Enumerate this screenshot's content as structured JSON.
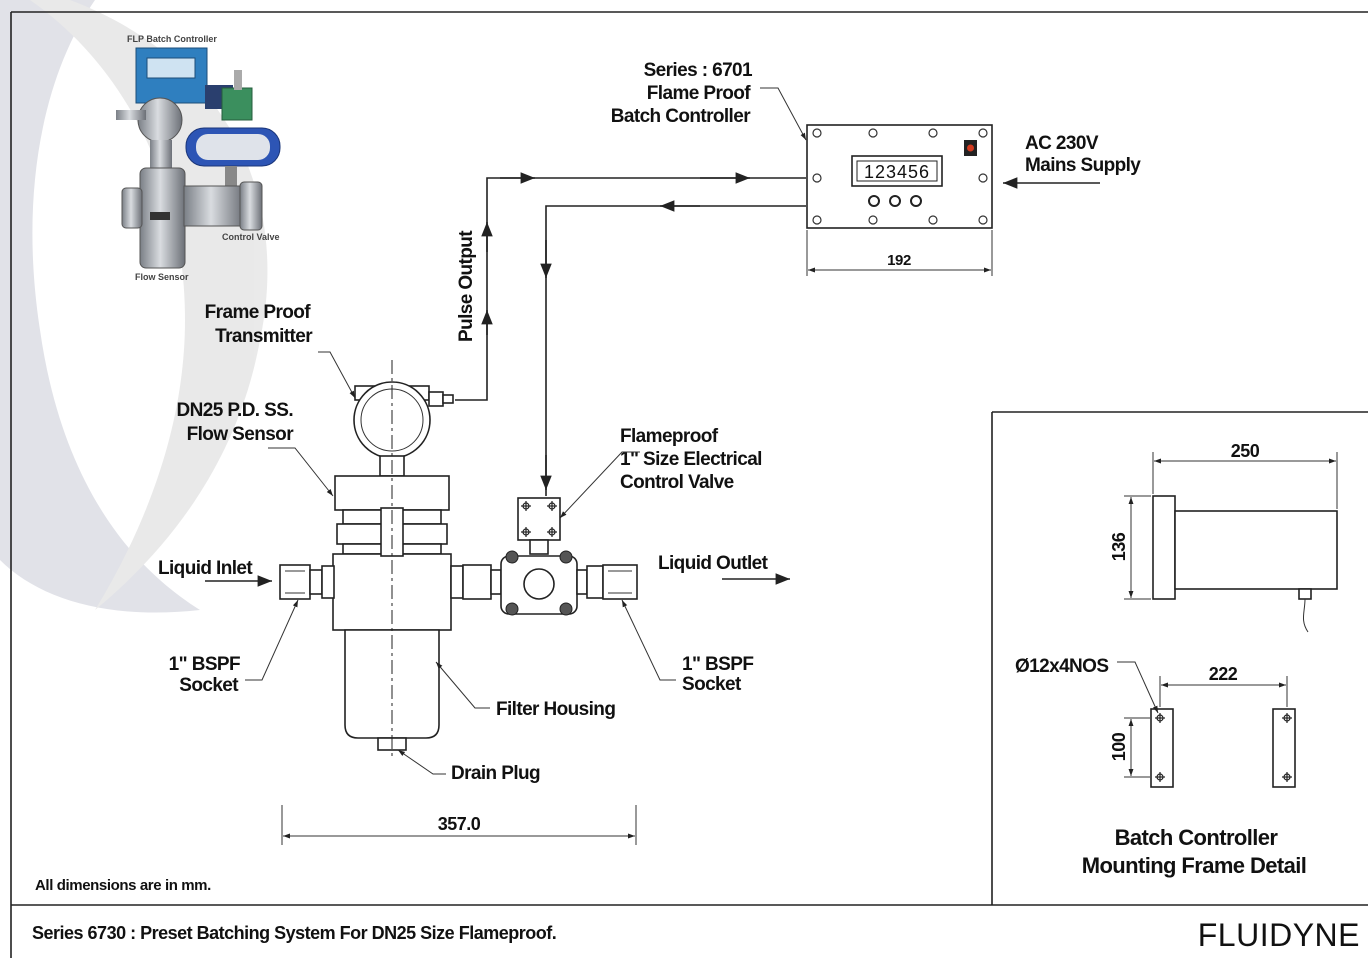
{
  "photo": {
    "label_top": "FLP Batch Controller",
    "label_valve": "Control Valve",
    "label_sensor": "Flow Sensor"
  },
  "controller": {
    "series_line1": "Series : 6701",
    "series_line2": "Flame Proof",
    "series_line3": "Batch Controller",
    "display_value": "123456",
    "width_dim": "192"
  },
  "supply": {
    "line1": "AC 230V",
    "line2": "Mains Supply"
  },
  "signals": {
    "pulse_output": "Pulse Output"
  },
  "transmitter": {
    "line1": "Frame Proof",
    "line2": "Transmitter"
  },
  "sensor": {
    "line1": "DN25 P.D. SS.",
    "line2": "Flow Sensor"
  },
  "valve": {
    "line1": "Flameproof",
    "line2": "1\" Size Electrical",
    "line3": "Control Valve"
  },
  "pipe": {
    "inlet": "Liquid Inlet",
    "outlet": "Liquid Outlet",
    "socket_left_line1": "1\" BSPF",
    "socket_left_line2": "Socket",
    "socket_right_line1": "1\" BSPF",
    "socket_right_line2": "Socket",
    "filter": "Filter Housing",
    "drain": "Drain Plug",
    "overall_dim": "357.0"
  },
  "mounting": {
    "depth_dim": "250",
    "height_dim": "136",
    "hole_spec": "Ø12x4NOS",
    "hole_spacing": "222",
    "frame_height": "100",
    "title_line1": "Batch Controller",
    "title_line2": "Mounting Frame Detail"
  },
  "footer": {
    "units_note": "All dimensions are in mm.",
    "title": "Series 6730 : Preset Batching System For DN25 Size Flameproof.",
    "brand": "FLUIDYNE"
  },
  "colors": {
    "line": "#222222",
    "watermark": "#c9cbd6",
    "controller_blue": "#2f7fbf",
    "actuator_blue": "#2d55b5",
    "valve_green": "#3b8f5e",
    "indicator_red": "#d23a1f"
  }
}
